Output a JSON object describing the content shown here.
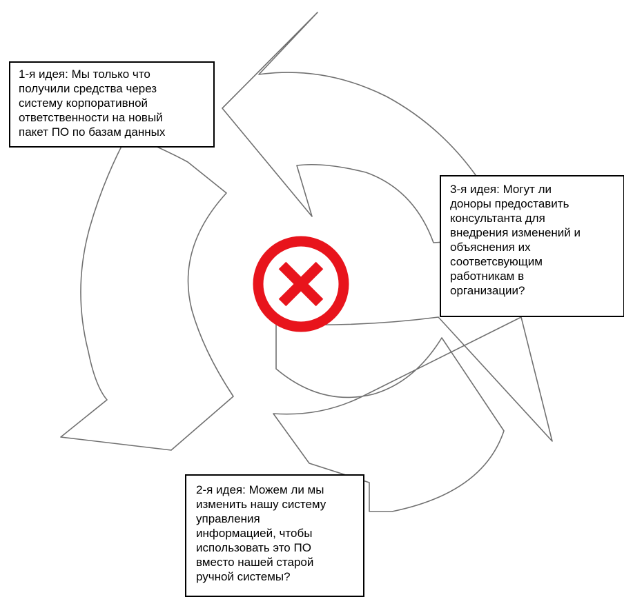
{
  "colors": {
    "arrow_stroke": "#707070",
    "cancel_icon": "#e8141c",
    "box_border": "#000000"
  },
  "icons": {
    "center": "cancel-icon"
  },
  "ideas": [
    {
      "id": 1,
      "text": "1-я идея: Мы только что\nполучили средства через\nсистему корпоративной\nответственности на новый\nпакет ПО по базам данных"
    },
    {
      "id": 2,
      "text": "2-я идея: Можем ли мы\nизменить нашу систему\nуправления\nинформацией, чтобы\nиспользовать это ПО\nвместо нашей старой\nручной системы?"
    },
    {
      "id": 3,
      "text": "3-я идея: Могут ли\nдоноры предоставить\nконсультанта для\nвнедрения изменений и\nобъяснения их\nсоответсвующим\nработникам в\nорганизации?"
    }
  ]
}
